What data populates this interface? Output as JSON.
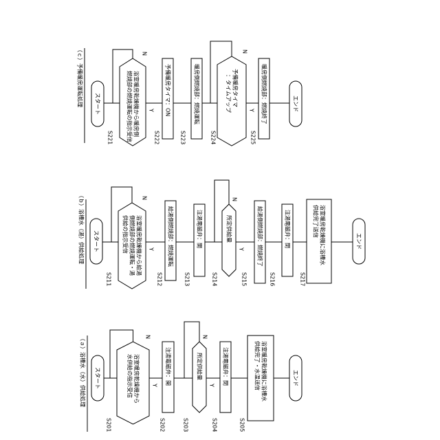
{
  "flow_a": {
    "title": "（ａ）浴槽水（水）供給処理",
    "start": "スタート",
    "end": "エンド",
    "steps": [
      {
        "id": "S201",
        "kind": "decision",
        "text": [
          "浴室暖房乾燥機から",
          "水供給の指示受信"
        ],
        "no": "N",
        "yes": "Y"
      },
      {
        "id": "S202",
        "kind": "process",
        "text": [
          "注湯電磁弁：開"
        ]
      },
      {
        "id": "S203",
        "kind": "decision",
        "text": [
          "所定供給量"
        ],
        "no": "N",
        "yes": "Y"
      },
      {
        "id": "S204",
        "kind": "process",
        "text": [
          "注湯電磁弁：閉"
        ]
      },
      {
        "id": "S205",
        "kind": "process",
        "text": [
          "浴室暖房乾燥機に浴槽水",
          "供給完了・水温送信"
        ]
      }
    ]
  },
  "flow_b": {
    "title": "（ｂ）浴槽水（湯）供給処理",
    "start": "スタート",
    "end": "エンド",
    "steps": [
      {
        "id": "S211",
        "kind": "decision",
        "text": [
          "浴室暖房乾燥機から給湯",
          "側燃焼部の燃焼運転・湯",
          "供給の指示受信"
        ],
        "no": "N",
        "yes": "Y"
      },
      {
        "id": "S212",
        "kind": "process",
        "text": [
          "給湯側燃焼部：燃焼運転"
        ]
      },
      {
        "id": "S213",
        "kind": "process",
        "text": [
          "注湯電磁弁：開"
        ]
      },
      {
        "id": "S214",
        "kind": "decision",
        "text": [
          "所定供給量"
        ],
        "no": "N",
        "yes": "Y"
      },
      {
        "id": "S215",
        "kind": "process",
        "text": [
          "給湯側燃焼部：燃焼終了"
        ]
      },
      {
        "id": "S216",
        "kind": "process",
        "text": [
          "注湯電磁弁：閉"
        ]
      },
      {
        "id": "S217",
        "kind": "process",
        "text": [
          "浴室暖房乾燥機に浴槽水",
          "供給完了送信"
        ]
      }
    ]
  },
  "flow_c": {
    "title": "（ｃ）予備暖房運転処理",
    "start": "スタート",
    "end": "エンド",
    "steps": [
      {
        "id": "S221",
        "kind": "decision",
        "text": [
          "浴室暖房乾燥機から暖房側",
          "燃焼部の燃焼運転の指示受信"
        ],
        "no": "N",
        "yes": "Y"
      },
      {
        "id": "S222",
        "kind": "process",
        "text": [
          "予備暖房タイマ：ON"
        ]
      },
      {
        "id": "S223",
        "kind": "process",
        "text": [
          "暖房側燃焼部：燃焼運転"
        ]
      },
      {
        "id": "S224",
        "kind": "decision",
        "text": [
          "予備暖房タイマ",
          "　：タイムアップ"
        ],
        "no": "N",
        "yes": "Y"
      },
      {
        "id": "S225",
        "kind": "process",
        "text": [
          "暖房側燃焼部：燃焼終了"
        ]
      }
    ]
  }
}
